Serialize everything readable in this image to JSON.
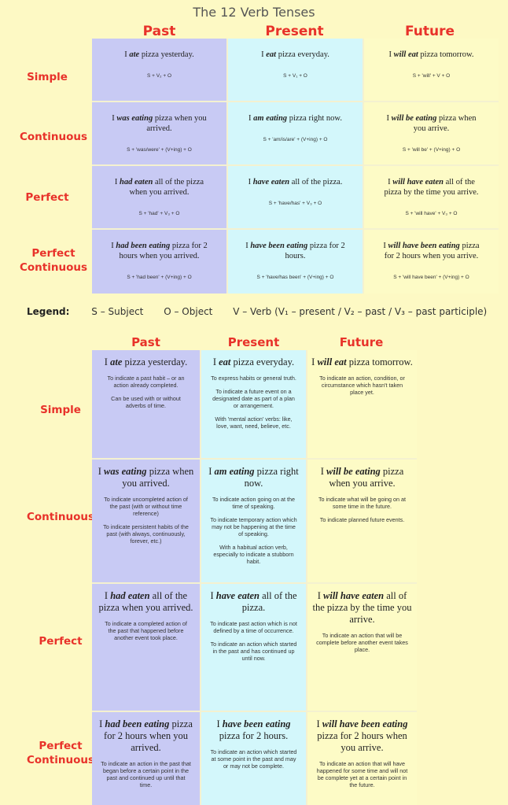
{
  "title": "The 12 Verb Tenses",
  "columns": [
    "Past",
    "Present",
    "Future"
  ],
  "rows": [
    "Simple",
    "Continuous",
    "Perfect",
    "Perfect Continuous"
  ],
  "table1": [
    [
      {
        "pre": "I ",
        "verb": "ate",
        "post": " pizza yesterday.",
        "formula": "S + V₂ + O"
      },
      {
        "pre": "I ",
        "verb": "eat",
        "post": " pizza everyday.",
        "formula": "S + V₁ + O"
      },
      {
        "pre": "I ",
        "verb": "will eat",
        "post": " pizza tomorrow.",
        "formula": "S + 'will' + V + O"
      }
    ],
    [
      {
        "pre": "I ",
        "verb": "was eating",
        "post": " pizza when you arrived.",
        "formula": "S + 'was/were' + (V+ing) + O"
      },
      {
        "pre": "I ",
        "verb": "am eating",
        "post": " pizza right now.",
        "formula": "S + 'am/is/are' + (V+ing) + O"
      },
      {
        "pre": "I ",
        "verb": "will be eating",
        "post": " pizza when you arrive.",
        "formula": "S + 'will be' + (V+ing) + O"
      }
    ],
    [
      {
        "pre": "I ",
        "verb": "had eaten",
        "post": " all of the pizza when you arrived.",
        "formula": "S + 'had' + V₃ + O"
      },
      {
        "pre": "I ",
        "verb": "have eaten",
        "post": " all of the pizza.",
        "formula": "S + 'have/has' + V₃ + O"
      },
      {
        "pre": "I ",
        "verb": "will have eaten",
        "post": " all of the pizza by the time you arrive.",
        "formula": "S + 'will have' + V₃ + O"
      }
    ],
    [
      {
        "pre": "I ",
        "verb": "had been eating",
        "post": " pizza for 2 hours when you arrived.",
        "formula": "S + 'had been' + (V+ing) + O"
      },
      {
        "pre": "I ",
        "verb": "have been eating",
        "post": " pizza for 2 hours.",
        "formula": "S + 'have/has been' + (V+ing) + O"
      },
      {
        "pre": "I ",
        "verb": "will have been eating",
        "post": " pizza for 2 hours when you arrive.",
        "formula": "S + 'will have been' + (V+ing) + O"
      }
    ]
  ],
  "legend": {
    "label": "Legend:",
    "subject": "S – Subject",
    "object": "O – Object",
    "verb": "V – Verb  (V₁ – present  /  V₂ – past  /  V₃ – past participle)"
  },
  "table2": [
    [
      {
        "pre": "I ",
        "verb": "ate",
        "post": " pizza yesterday.",
        "notes": [
          "To indicate a past habit – or an action already completed.",
          "Can be used with or without adverbs of time."
        ]
      },
      {
        "pre": "I ",
        "verb": "eat",
        "post": " pizza everyday.",
        "notes": [
          "To express habits or general truth.",
          "To indicate a future event on a designated date as part of a plan or arrangement.",
          "With 'mental action' verbs: like, love, want, need, believe, etc."
        ]
      },
      {
        "pre": "I ",
        "verb": "will eat",
        "post": " pizza tomorrow.",
        "notes": [
          "To indicate an action, condition, or circumstance which hasn't taken place yet."
        ]
      }
    ],
    [
      {
        "pre": "I ",
        "verb": "was eating",
        "post": " pizza when you arrived.",
        "notes": [
          "To indicate uncompleted action of the past (with or without time reference)",
          "To indicate persistent habits of the past (with always, continuously, forever, etc.)"
        ]
      },
      {
        "pre": "I ",
        "verb": "am eating",
        "post": " pizza right now.",
        "notes": [
          "To indicate action going on at the time of speaking.",
          "To indicate temporary action which may not be happening at the time of speaking.",
          "With a habitual action verb, especially to indicate a stubborn habit."
        ]
      },
      {
        "pre": "I ",
        "verb": "will be eating",
        "post": " pizza when you arrive.",
        "notes": [
          "To indicate what will be going on at some time in the future.",
          "To indicate planned future events."
        ]
      }
    ],
    [
      {
        "pre": "I ",
        "verb": "had eaten",
        "post": " all of the pizza when you arrived.",
        "notes": [
          "To indicate a completed action of the past that happened before another event took place."
        ]
      },
      {
        "pre": "I ",
        "verb": "have eaten",
        "post": " all of the pizza.",
        "notes": [
          "To indicate past action which is not defined by a time of occurrence.",
          "To indicate an action which started in the past and has continued up until now."
        ]
      },
      {
        "pre": "I ",
        "verb": "will have eaten",
        "post": " all of the pizza by the time you arrive.",
        "notes": [
          "To indicate an action that will be complete before another event takes place."
        ]
      }
    ],
    [
      {
        "pre": "I ",
        "verb": "had been eating",
        "post": " pizza for 2 hours when you arrived.",
        "notes": [
          "To indicate an action in the past that began before a certain point in the past and continued up until that time."
        ]
      },
      {
        "pre": "I ",
        "verb": "have been eating",
        "post": " pizza for 2 hours.",
        "notes": [
          "To indicate an action which started at some point in the past and may or may not be complete."
        ]
      },
      {
        "pre": "I ",
        "verb": "will have been eating",
        "post": " pizza for 2 hours when you arrive.",
        "notes": [
          "To indicate an action that will have happened for some time and will not be complete yet at a certain point in the future."
        ]
      }
    ]
  ]
}
